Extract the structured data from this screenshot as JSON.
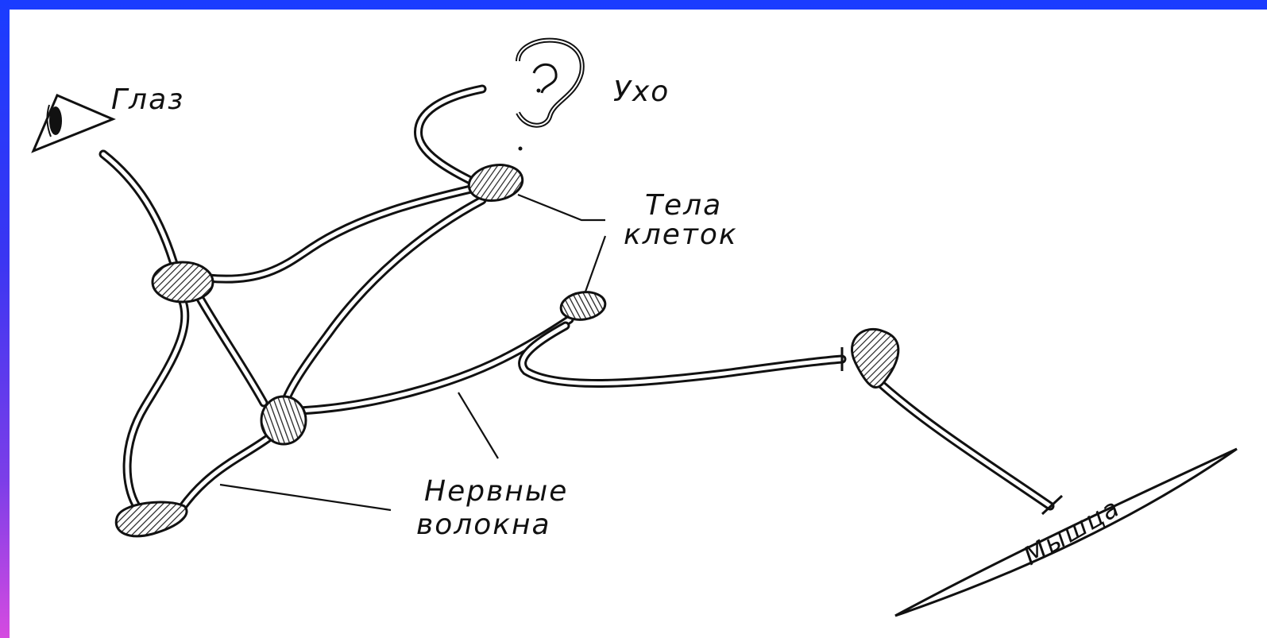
{
  "labels": {
    "eye": "Глаз",
    "ear": "Ухо",
    "cell_bodies_line1": "Тела",
    "cell_bodies_line2": "клеток",
    "nerve_fibers_line1": "Нервные",
    "nerve_fibers_line2": "волокна",
    "muscle": "Мышца"
  },
  "icons": {
    "eye": "eye-icon",
    "ear": "ear-icon"
  },
  "colors": {
    "frame_gradient_top": "#1a3cff",
    "frame_gradient_bottom": "#d54be0",
    "background": "#ffffff",
    "ink": "#111111"
  }
}
